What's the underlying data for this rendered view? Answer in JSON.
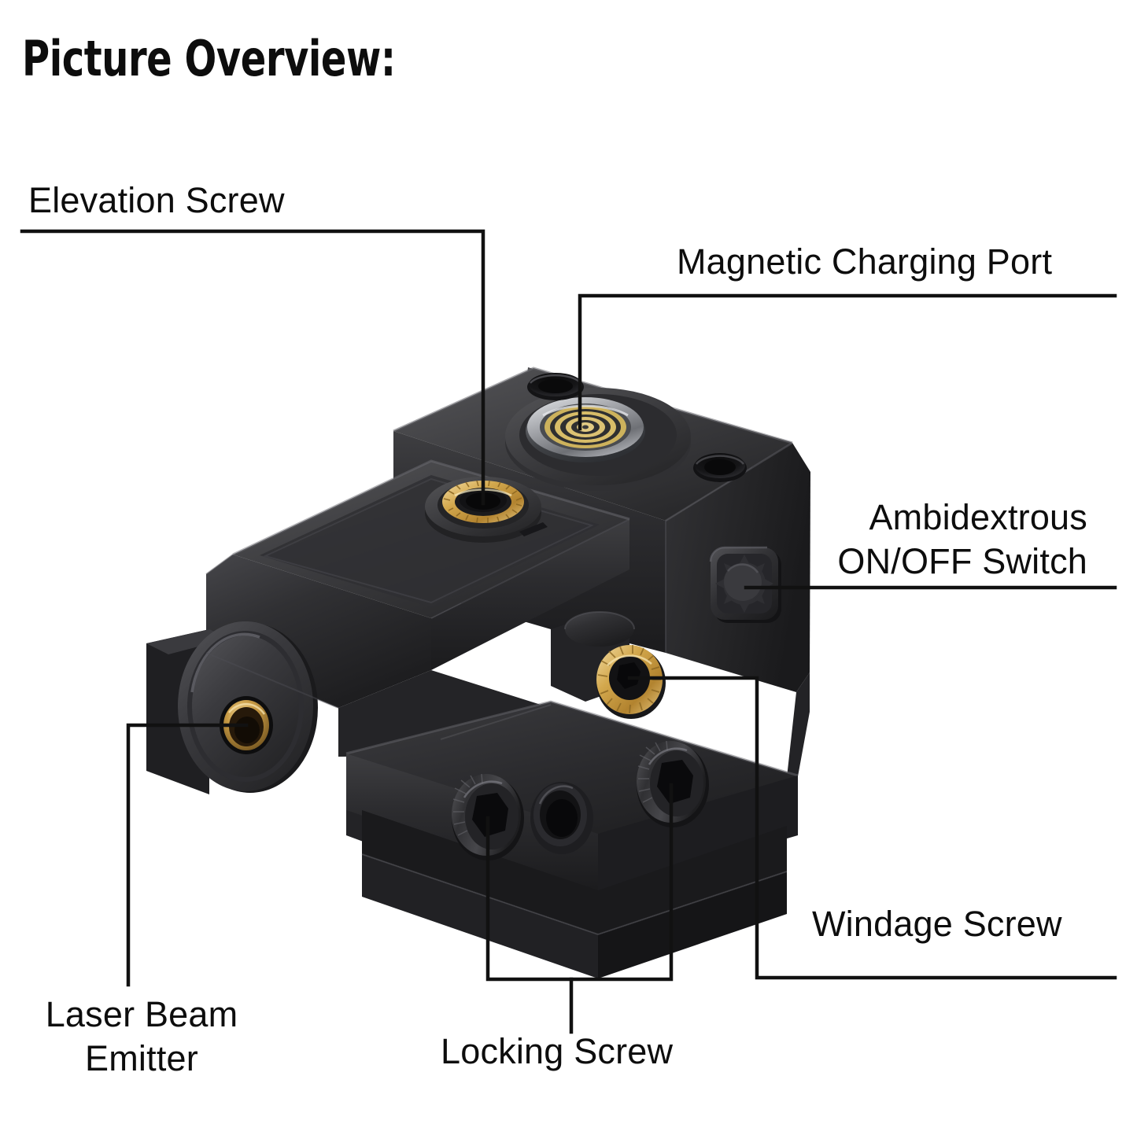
{
  "page": {
    "title": "Picture Overview:",
    "background_color": "#ffffff",
    "text_color": "#111111",
    "line_color": "#111111"
  },
  "callouts": [
    {
      "id": "elevation-screw",
      "label": "Elevation Screw",
      "lines": [
        "Elevation Screw"
      ]
    },
    {
      "id": "magnetic-charging-port",
      "label": "Magnetic Charging Port",
      "lines": [
        "Magnetic Charging Port"
      ]
    },
    {
      "id": "ambidextrous-switch",
      "label": "Ambidextrous ON/OFF Switch",
      "lines": [
        "Ambidextrous",
        "ON/OFF Switch"
      ]
    },
    {
      "id": "windage-screw",
      "label": "Windage Screw",
      "lines": [
        "Windage Screw"
      ]
    },
    {
      "id": "laser-beam-emitter",
      "label": "Laser Beam Emitter",
      "lines": [
        "Laser Beam",
        "Emitter"
      ]
    },
    {
      "id": "locking-screw",
      "label": "Locking Screw",
      "lines": [
        "Locking Screw"
      ]
    }
  ],
  "labels": {
    "elevation": "Elevation Screw",
    "magnetic": "Magnetic Charging Port",
    "ambi_line1": "Ambidextrous",
    "ambi_line2": "ON/OFF Switch",
    "windage": "Windage Screw",
    "laser_line1": "Laser Beam",
    "laser_line2": "Emitter",
    "locking": "Locking Screw"
  },
  "product": {
    "type": "compact-rail-mounted-laser-sight",
    "body_color": "#2a2a2c",
    "accent_brass": "#c79a3c",
    "charging_port_ring": "#d9c061",
    "charging_port_bezel": "#9a9ba0"
  }
}
